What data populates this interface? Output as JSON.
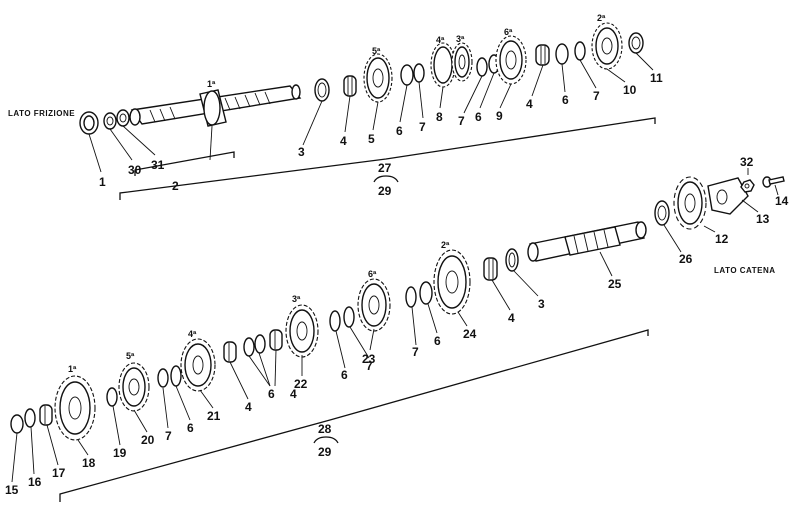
{
  "side_labels": {
    "clutch_side": "LATO FRIZIONE",
    "chain_side": "LATO CATENA"
  },
  "gear_labels": {
    "top_1": "1ª",
    "top_5": "5ª",
    "top_4": "4ª",
    "top_3": "3ª",
    "top_6": "6ª",
    "top_2": "2ª",
    "bot_1": "1ª",
    "bot_5": "5ª",
    "bot_4": "4ª",
    "bot_3": "3ª",
    "bot_6": "6ª",
    "bot_2": "2ª"
  },
  "callouts": {
    "c1": "1",
    "c30": "30",
    "c31": "31",
    "c2": "2",
    "c3": "3",
    "c4": "4",
    "c5": "5",
    "c6a": "6",
    "c7a": "7",
    "c8": "8",
    "c7b": "7",
    "c6b": "6",
    "c9": "9",
    "c4b": "4",
    "c6c": "6",
    "c7c": "7",
    "c10": "10",
    "c11": "11",
    "c27": "27",
    "c29a": "29",
    "c32": "32",
    "c14": "14",
    "c13": "13",
    "c12": "12",
    "c26": "26",
    "c25": "25",
    "c3b": "3",
    "c4c": "4",
    "c24": "24",
    "c6d": "6",
    "c7d": "7",
    "c23": "23",
    "c7e": "7",
    "c6e": "6",
    "c22": "22",
    "c4d": "4",
    "c6f": "6",
    "c4e": "4",
    "c21": "21",
    "c6g": "6",
    "c7f": "7",
    "c20": "20",
    "c19": "19",
    "c18": "18",
    "c17": "17",
    "c16": "16",
    "c15": "15",
    "c28": "28",
    "c29b": "29"
  }
}
